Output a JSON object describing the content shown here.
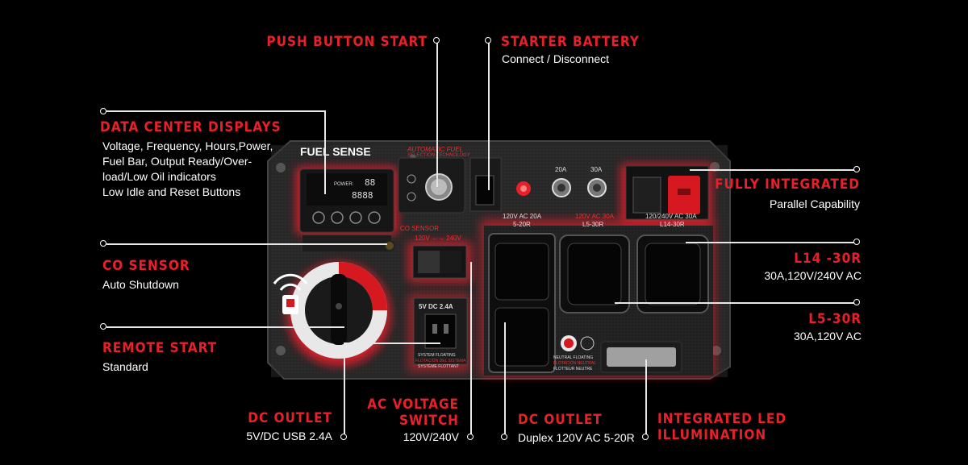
{
  "callouts": {
    "push_button_start": {
      "title": "PUSH BUTTON START"
    },
    "starter_battery": {
      "title": "STARTER BATTERY",
      "desc": "Connect / Disconnect"
    },
    "data_center": {
      "title": "DATA CENTER DISPLAYS",
      "desc": [
        "Voltage, Frequency, Hours,Power,",
        "Fuel Bar, Output Ready/Over-",
        "load/Low Oil indicators",
        "Low Idle and Reset Buttons"
      ]
    },
    "co_sensor": {
      "title": "CO SENSOR",
      "desc": "Auto Shutdown"
    },
    "remote_start": {
      "title": "REMOTE START",
      "desc": "Standard"
    },
    "dc_outlet_usb": {
      "title": "DC OUTLET",
      "desc": "5V/DC USB 2.4A"
    },
    "ac_voltage_switch": {
      "title": [
        "AC VOLTAGE",
        "SWITCH"
      ],
      "desc": "120V/240V"
    },
    "dc_outlet_duplex": {
      "title": "DC OUTLET",
      "desc": "Duplex 120V AC 5-20R"
    },
    "integrated_led": {
      "title": [
        "INTEGRATED LED",
        "ILLUMINATION"
      ]
    },
    "fully_integrated": {
      "title": "FULLY INTEGRATED",
      "desc": "Parallel Capability"
    },
    "l14_30r": {
      "title": "L14 -30R",
      "desc": "30A,120V/240V AC"
    },
    "l5_30r": {
      "title": "L5-30R",
      "desc": "30A,120V AC"
    }
  },
  "panel": {
    "brand": "FUEL SENSE",
    "tagline_1": "AUTOMATIC FUEL",
    "tagline_2": "SELECTION TECHNOLOGY",
    "display_power_label": "POWER:",
    "display_value_1": "88",
    "display_value_2": "8888",
    "breaker_20a": "20A",
    "breaker_30a": "30A",
    "co_sensor_label": "CO SENSOR",
    "switch_label": "120V ←→ 240V",
    "usb_label": "5V DC 2.4A",
    "system_floating_1": "SYSTEM FLOATING",
    "system_floating_2": "FLOTACIÓN DEL SISTEMA",
    "system_floating_3": "SYSTÈME FLOTTANT",
    "outlet_5_20_label_1": "120V AC 20A",
    "outlet_5_20_label_2": "5-20R",
    "outlet_l5_label_1": "120V AC 30A",
    "outlet_l5_label_2": "L5-30R",
    "outlet_l14_label_1": "120/240V AC 30A",
    "outlet_l14_label_2": "L14-30R",
    "neutral_1": "NEUTRAL FLOATING",
    "neutral_2": "FLOTACIÓN NEUTRAL",
    "neutral_3": "FLOTTEUR NEUTRE"
  },
  "colors": {
    "accent": "#e8202a",
    "panel": "#2a2a2a",
    "glow": "#ff1e2a"
  }
}
